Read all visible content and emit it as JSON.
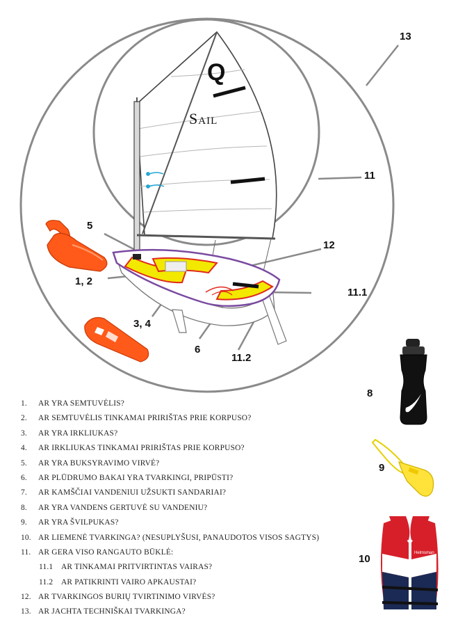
{
  "sail": {
    "logo": "Q",
    "text": "Sail"
  },
  "callouts": [
    "13",
    "11",
    "5",
    "12",
    "1, 2",
    "11.1",
    "3, 4",
    "6",
    "11.2",
    "8",
    "9",
    "10"
  ],
  "vest_brand": "Helmsman",
  "checklist": [
    {
      "num": "1.",
      "text": "AR YRA SEMTUVĖLIS?"
    },
    {
      "num": "2.",
      "text": "AR SEMTUVĖLIS TINKAMAI PRIRIŠTAS PRIE KORPUSO?"
    },
    {
      "num": "3.",
      "text": "AR YRA IRKLIUKAS?"
    },
    {
      "num": "4.",
      "text": "AR IRKLIUKAS TINKAMAI PRIRIŠTAS PRIE KORPUSO?"
    },
    {
      "num": "5.",
      "text": "AR YRA BUKSYRAVIMO VIRVĖ?"
    },
    {
      "num": "6.",
      "text": "AR PLŪDRUMO BAKAI YRA TVARKINGI, PRIPŪSTI?"
    },
    {
      "num": "7.",
      "text": "AR KAMŠČIAI VANDENIUI UŽSUKTI SANDARIAI?"
    },
    {
      "num": "8.",
      "text": "AR YRA VANDENS GERTUVĖ SU VANDENIU?"
    },
    {
      "num": "9.",
      "text": "AR YRA ŠVILPUKAS?"
    },
    {
      "num": "10.",
      "text": "AR LIEMENĖ TVARKINGA? (NESUPLYŠUSI, PANAUDOTOS VISOS SAGTYS)"
    },
    {
      "num": "11.",
      "text": "AR GERA VISO RANGAUTO BŪKLĖ:"
    },
    {
      "num": "11.1",
      "text": "AR TINKAMAI PRITVIRTINTAS VAIRAS?"
    },
    {
      "num": "11.2",
      "text": "AR PATIKRINTI VAIRO APKAUSTAI?"
    },
    {
      "num": "12.",
      "text": "AR TVARKINGOS BURIŲ TVIRTINIMO VIRVĖS?"
    },
    {
      "num": "13.",
      "text": "AR JACHTA TECHNIŠKAI TVARKINGA?"
    }
  ]
}
